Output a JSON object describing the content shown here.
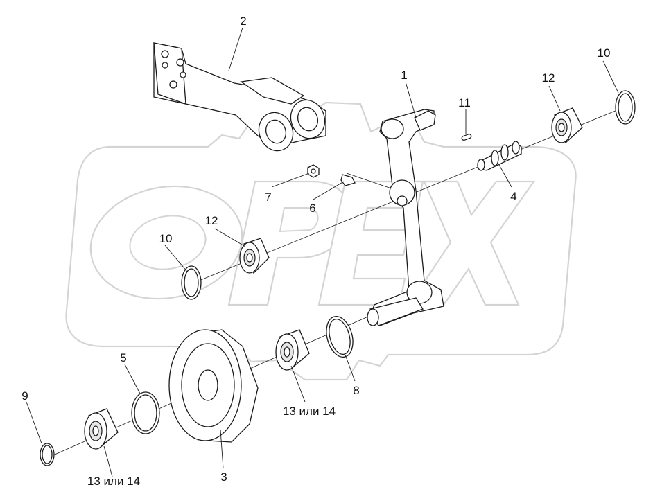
{
  "watermark": {
    "text": "OPEX"
  },
  "corner_mark": "",
  "callouts": [
    {
      "id": "1",
      "text": "1"
    },
    {
      "id": "2",
      "text": "2"
    },
    {
      "id": "3",
      "text": "3"
    },
    {
      "id": "4",
      "text": "4"
    },
    {
      "id": "5",
      "text": "5"
    },
    {
      "id": "6",
      "text": "6"
    },
    {
      "id": "7",
      "text": "7"
    },
    {
      "id": "8",
      "text": "8"
    },
    {
      "id": "9",
      "text": "9"
    },
    {
      "id": "10a",
      "text": "10"
    },
    {
      "id": "10b",
      "text": "10"
    },
    {
      "id": "11",
      "text": "11"
    },
    {
      "id": "12a",
      "text": "12"
    },
    {
      "id": "12b",
      "text": "12"
    },
    {
      "id": "13a",
      "text": "13 или 14"
    },
    {
      "id": "13b",
      "text": "13 или 14"
    }
  ]
}
